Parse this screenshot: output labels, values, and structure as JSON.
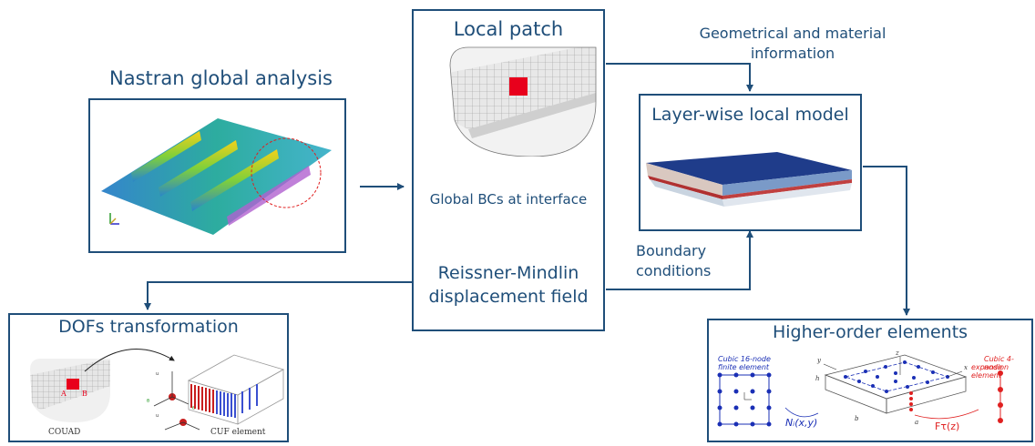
{
  "titles": {
    "nastran": "Nastran global analysis",
    "local_patch": "Local patch",
    "global_bcs": "Global BCs at interface",
    "reissner_line1": "Reissner-Mindlin",
    "reissner_line2": "displacement field",
    "geom_line1": "Geometrical and material",
    "geom_line2": "information",
    "layerwise": "Layer-wise local model",
    "boundary_line1": "Boundary",
    "boundary_line2": "conditions",
    "dofs": "DOFs transformation",
    "higher_order": "Higher-order elements"
  },
  "dofs_panel": {
    "left_caption": "COUAD",
    "right_caption": "CUF element",
    "point_a": "A",
    "point_b": "B"
  },
  "hoe_panel": {
    "cubic16_line1": "Cubic 16-node",
    "cubic16_line2": "finite element",
    "cubic4_line1": "Cubic 4-node",
    "cubic4_line2": "expansion element",
    "ni": "Nᵢ(x,y)",
    "ft": "Fτ(z)",
    "dim_a": "a",
    "dim_b": "b",
    "axis_x": "x",
    "axis_y": "y",
    "axis_z": "z",
    "dim_h": "h"
  },
  "colors": {
    "frame": "#1f4e79",
    "highlight_red": "#e8001c",
    "fem_blue": "#1a2fb5",
    "layer_top": "#1f3c8a"
  }
}
